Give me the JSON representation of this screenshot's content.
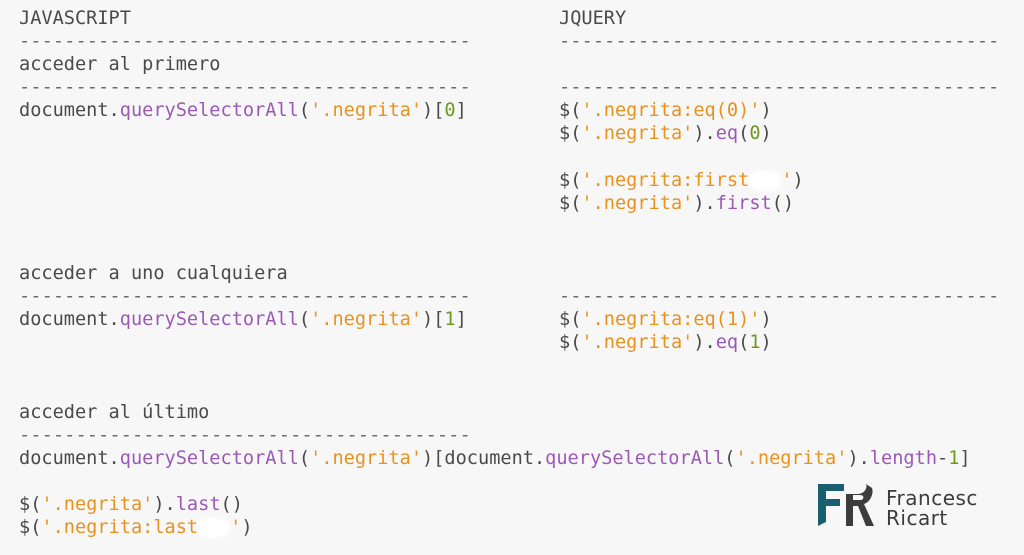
{
  "columns": {
    "javascript_title": "JAVASCRIPT",
    "jquery_title": "JQUERY"
  },
  "divider": "----------------------------------------",
  "divider_right": "---------------------------------------",
  "sections": [
    {
      "heading": "acceder al primero",
      "js": [
        [
          [
            "document.",
            "plain"
          ],
          [
            "querySelectorAll",
            "method"
          ],
          [
            "(",
            "plain"
          ],
          [
            "'.negrita'",
            "string"
          ],
          [
            ")[",
            "plain"
          ],
          [
            "0",
            "number"
          ],
          [
            "]",
            "plain"
          ]
        ]
      ],
      "jquery": [
        [
          [
            "$(",
            "plain"
          ],
          [
            "'.negrita:eq(0)'",
            "string"
          ],
          [
            ")",
            "plain"
          ]
        ],
        [
          [
            "$(",
            "plain"
          ],
          [
            "'.negrita'",
            "string"
          ],
          [
            ").",
            "plain"
          ],
          [
            "eq",
            "method"
          ],
          [
            "(",
            "plain"
          ],
          [
            "0",
            "number"
          ],
          [
            ")",
            "plain"
          ]
        ],
        [
          [
            "$(",
            "plain"
          ],
          [
            "'.negrita:first",
            "string"
          ],
          [
            "",
            "smudge"
          ],
          [
            "'",
            "string"
          ],
          [
            ")",
            "plain"
          ]
        ],
        [
          [
            "$(",
            "plain"
          ],
          [
            "'.negrita'",
            "string"
          ],
          [
            ").",
            "plain"
          ],
          [
            "first",
            "method"
          ],
          [
            "()",
            "plain"
          ]
        ]
      ]
    },
    {
      "heading": "acceder a uno cualquiera",
      "js": [
        [
          [
            "document.",
            "plain"
          ],
          [
            "querySelectorAll",
            "method"
          ],
          [
            "(",
            "plain"
          ],
          [
            "'.negrita'",
            "string"
          ],
          [
            ")[",
            "plain"
          ],
          [
            "1",
            "number"
          ],
          [
            "]",
            "plain"
          ]
        ]
      ],
      "jquery": [
        [
          [
            "$(",
            "plain"
          ],
          [
            "'.negrita:eq(1)'",
            "string"
          ],
          [
            ")",
            "plain"
          ]
        ],
        [
          [
            "$(",
            "plain"
          ],
          [
            "'.negrita'",
            "string"
          ],
          [
            ").",
            "plain"
          ],
          [
            "eq",
            "method"
          ],
          [
            "(",
            "plain"
          ],
          [
            "1",
            "number"
          ],
          [
            ")",
            "plain"
          ]
        ]
      ]
    },
    {
      "heading": "acceder al último",
      "js": [
        [
          [
            "document.",
            "plain"
          ],
          [
            "querySelectorAll",
            "method"
          ],
          [
            "(",
            "plain"
          ],
          [
            "'.negrita'",
            "string"
          ],
          [
            ")[document.",
            "plain"
          ],
          [
            "querySelectorAll",
            "method"
          ],
          [
            "(",
            "plain"
          ],
          [
            "'.negrita'",
            "string"
          ],
          [
            ").",
            "plain"
          ],
          [
            "length",
            "method"
          ],
          [
            "-",
            "plain"
          ],
          [
            "1",
            "number"
          ],
          [
            "]",
            "plain"
          ]
        ],
        [
          [
            "$(",
            "plain"
          ],
          [
            "'.negrita'",
            "string"
          ],
          [
            ").",
            "plain"
          ],
          [
            "last",
            "method"
          ],
          [
            "()",
            "plain"
          ]
        ],
        [
          [
            "$(",
            "plain"
          ],
          [
            "'.negrita:last",
            "string"
          ],
          [
            "",
            "smudge"
          ],
          [
            "'",
            "string"
          ],
          [
            ")",
            "plain"
          ]
        ]
      ]
    }
  ],
  "logo": {
    "monogram": "FR",
    "line1": "Francesc",
    "line2": "Ricart",
    "colors": {
      "f": "#1a5f6e",
      "r": "#3c3c3c"
    }
  },
  "colors": {
    "background": "#f7f7f7",
    "plain": "#4a4a4a",
    "method": "#9b59b6",
    "string": "#e8921e",
    "number": "#6a9a1f"
  }
}
